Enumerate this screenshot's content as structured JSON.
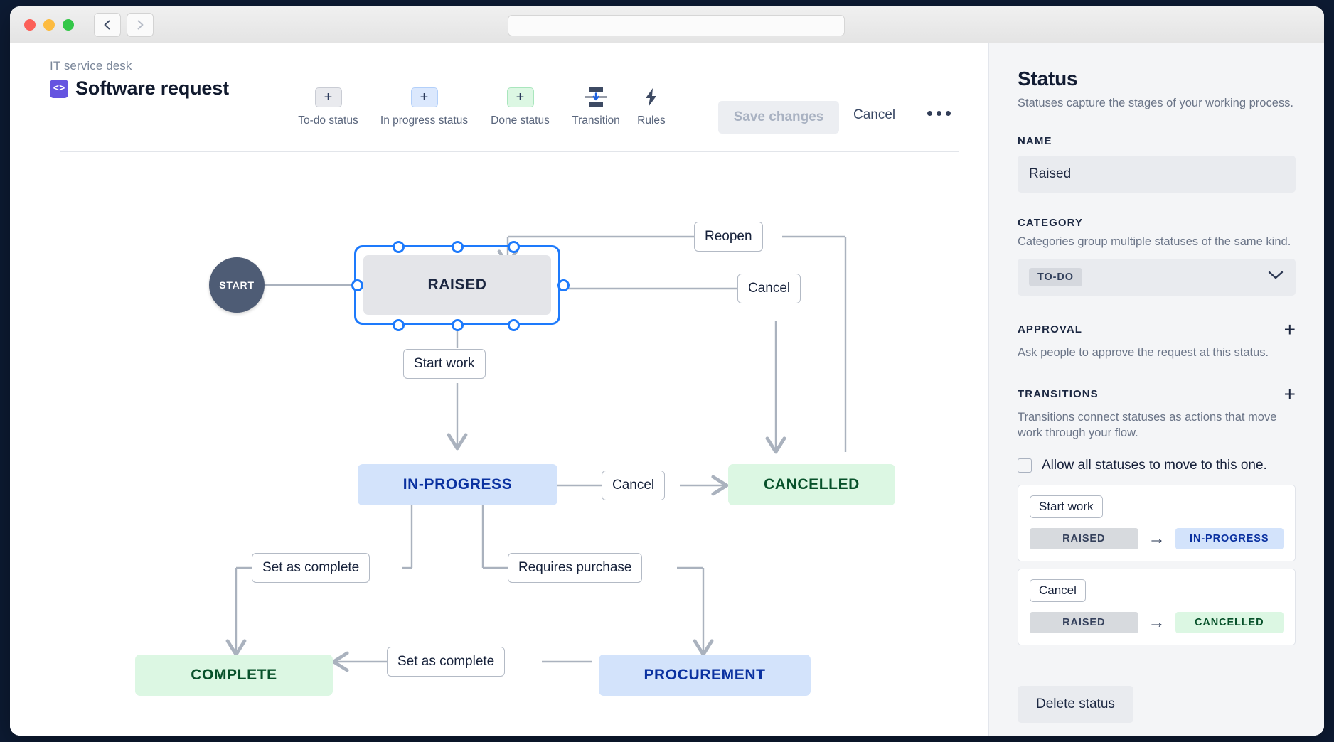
{
  "window": {
    "traffic_lights": [
      "close",
      "minimize",
      "maximize"
    ],
    "back_label": "back",
    "forward_label": "forward",
    "address_value": ""
  },
  "header": {
    "breadcrumb": "IT service desk",
    "project_icon": "<>",
    "title": "Software request"
  },
  "toolbar": {
    "tools": [
      {
        "name": "todo-status",
        "plus": "+",
        "label": "To-do status"
      },
      {
        "name": "in-progress-status",
        "plus": "+",
        "label": "In progress status"
      },
      {
        "name": "done-status",
        "plus": "+",
        "label": "Done status"
      },
      {
        "name": "transition",
        "label": "Transition"
      },
      {
        "name": "rules",
        "label": "Rules"
      }
    ],
    "save_label": "Save changes",
    "cancel_label": "Cancel",
    "more_label": "More actions"
  },
  "diagram": {
    "start_label": "START",
    "nodes": [
      {
        "id": "raised",
        "label": "RAISED",
        "category": "to-do",
        "selected": true
      },
      {
        "id": "in-progress",
        "label": "IN-PROGRESS",
        "category": "in-progress",
        "selected": false
      },
      {
        "id": "cancelled",
        "label": "CANCELLED",
        "category": "done",
        "selected": false
      },
      {
        "id": "procurement",
        "label": "PROCUREMENT",
        "category": "in-progress",
        "selected": false
      },
      {
        "id": "complete",
        "label": "COMPLETE",
        "category": "done",
        "selected": false
      }
    ],
    "edges": [
      {
        "label": "Reopen",
        "from": "cancelled",
        "to": "raised"
      },
      {
        "label": "Cancel",
        "from": "raised",
        "to": "cancelled"
      },
      {
        "label": "Start work",
        "from": "raised",
        "to": "in-progress"
      },
      {
        "label": "Cancel",
        "from": "in-progress",
        "to": "cancelled"
      },
      {
        "label": "Set as complete",
        "from": "in-progress",
        "to": "complete"
      },
      {
        "label": "Requires purchase",
        "from": "in-progress",
        "to": "procurement"
      },
      {
        "label": "Set as complete",
        "from": "procurement",
        "to": "complete"
      }
    ]
  },
  "panel": {
    "title": "Status",
    "subtitle": "Statuses capture the stages of your working process.",
    "name_label": "NAME",
    "name_value": "Raised",
    "category_label": "CATEGORY",
    "category_help": "Categories group multiple statuses of the same kind.",
    "category_value": "TO-DO",
    "approval_label": "APPROVAL",
    "approval_help": "Ask people to approve the request at this status.",
    "approval_add": "+",
    "transitions_label": "TRANSITIONS",
    "transitions_help": "Transitions connect statuses as actions that move work through your flow.",
    "transitions_add": "+",
    "allow_all_label": "Allow all statuses to move to this one.",
    "allow_all_checked": false,
    "transitions": [
      {
        "name": "Start work",
        "from": "RAISED",
        "from_style": "grey",
        "arrow": "→",
        "to": "IN-PROGRESS",
        "to_style": "blue"
      },
      {
        "name": "Cancel",
        "from": "RAISED",
        "from_style": "grey",
        "arrow": "→",
        "to": "CANCELLED",
        "to_style": "green"
      }
    ],
    "delete_label": "Delete status"
  },
  "colors": {
    "accent_blue": "#1d7afc",
    "todo_bg": "#e4e5e9",
    "progress_bg": "#d3e3fb",
    "progress_text": "#0a31a0",
    "done_bg": "#dcf7e3",
    "done_text": "#07512a",
    "project_icon_bg": "#6554e0",
    "edge_stroke": "#aab2be"
  }
}
